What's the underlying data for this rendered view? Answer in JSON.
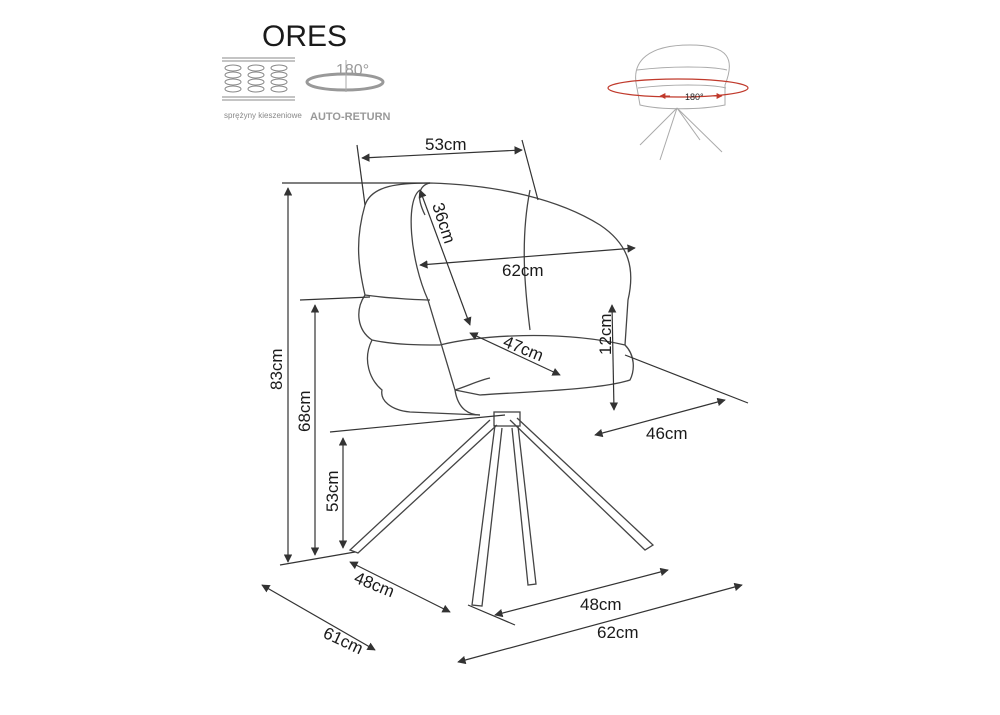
{
  "title": "ORES",
  "features": {
    "springs_label": "sprężyny kieszeniowe",
    "rotation_degrees": "180°",
    "auto_return_label": "AUTO-RETURN",
    "rotation_preview_label": "180°"
  },
  "dimensions": {
    "backrest_width": "53cm",
    "backrest_height": "36cm",
    "overall_width": "62cm",
    "armrest_height": "12cm",
    "seat_width": "47cm",
    "seat_depth": "46cm",
    "total_height": "83cm",
    "armrest_floor_height": "68cm",
    "seat_height": "53cm",
    "base_depth": "48cm",
    "base_width": "48cm",
    "overall_depth": "61cm",
    "overall_width_bottom": "62cm"
  },
  "colors": {
    "accent": "#c0392b",
    "line": "#333333"
  }
}
